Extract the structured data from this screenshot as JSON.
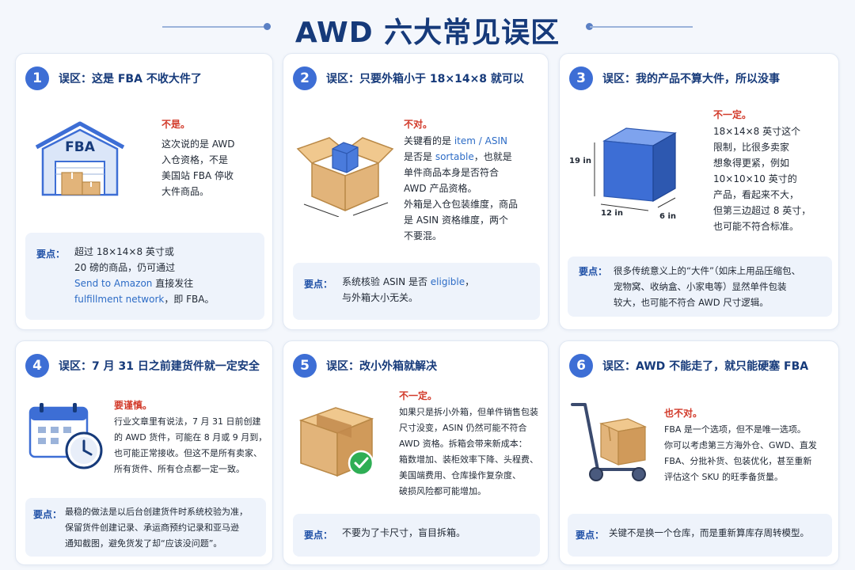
{
  "page": {
    "title": "AWD 六大常见误区"
  },
  "cards": [
    {
      "num": "1",
      "title": "误区：这是 FBA 不收大件了",
      "verdict": "不是。",
      "body": [
        "这次说的是 AWD",
        "入仓资格，不是",
        "美国站 FBA 停收",
        "大件商品。"
      ],
      "illustration_label": "FBA",
      "key_label": "要点：",
      "key": [
        "超过 18×14×8 英寸或",
        "20 磅的商品，仍可通过",
        "Send to Amazon",
        " 直接发往",
        "fulfillment network",
        "，即 FBA。"
      ]
    },
    {
      "num": "2",
      "title": "误区：只要外箱小于 18×14×8 就可以",
      "verdict": "不对。",
      "body": [
        "关键看的是 ",
        "item / ASIN",
        "是否是 ",
        "sortable",
        "，也就是",
        "单件商品本身是否符合",
        "AWD 产品资格。",
        "外箱是入仓包装维度，商品",
        "是 ASIN 资格维度，两个",
        "不要混。"
      ],
      "key_label": "要点：",
      "key": [
        "系统核验 ASIN 是否 ",
        "eligible",
        "，",
        "与外箱大小无关。"
      ]
    },
    {
      "num": "3",
      "title": "误区：我的产品不算大件，所以没事",
      "verdict": "不一定。",
      "body": [
        "18×14×8 英寸这个",
        "限制，比很多卖家",
        "想象得更紧，例如",
        "10×10×10 英寸的",
        "产品，看起来不大，",
        "但第三边超过 8 英寸，",
        "也可能不符合标准。"
      ],
      "dims": {
        "height": "19 in",
        "length": "12 in",
        "width": "6 in"
      },
      "key_label": "要点：",
      "key": [
        "很多传统意义上的“大件”（如床上用品压缩包、",
        "宠物窝、收纳盒、小家电等）显然单件包装",
        "较大，也可能不符合 AWD 尺寸逻辑。"
      ]
    },
    {
      "num": "4",
      "title": "误区：7 月 31 日之前建货件就一定安全",
      "verdict": "要谨慎。",
      "body": [
        "行业文章里有说法，7 月 31 日前创建",
        "的 AWD 货件，可能在 8 月或 9 月到，",
        "也可能正常接收。但这不是所有卖家、",
        "所有货件、所有仓点都一定一致。"
      ],
      "key_label": "要点：",
      "key": [
        "最稳的做法是以后台创建货件时系统校验为准，",
        "保留货件创建记录、承运商预约记录和亚马逊",
        "通知截图，避免货发了却“应该没问题”。"
      ]
    },
    {
      "num": "5",
      "title": "误区：改小外箱就解决",
      "verdict": "不一定。",
      "body": [
        "如果只是拆小外箱，但单件销售包装",
        "尺寸没变，ASIN 仍然可能不符合",
        "AWD 资格。拆箱会带来新成本：",
        "箱数增加、装柜效率下降、头程费、",
        "美国端费用、仓库操作复杂度、",
        "破损风险都可能增加。"
      ],
      "key_label": "要点：",
      "key": [
        "不要为了卡尺寸，盲目拆箱。"
      ]
    },
    {
      "num": "6",
      "title": "误区：AWD 不能走了，就只能硬塞 FBA",
      "verdict": "也不对。",
      "body": [
        "FBA 是一个选项，但不是唯一选项。",
        "你可以考虑第三方海外仓、GWD、直发",
        "FBA、分批补货、包装优化，甚至重新",
        "评估这个 SKU 的旺季备货量。"
      ],
      "key_label": "要点：",
      "key": [
        "关键不是换一个仓库，而是重新算库存周转模型。"
      ]
    }
  ],
  "colors": {
    "title": "#163a7a",
    "accent": "#3d6ed5",
    "warning": "#d23a2a",
    "link": "#2d6cc6",
    "box": "#e2b47a",
    "panel": "#eef3fb"
  }
}
